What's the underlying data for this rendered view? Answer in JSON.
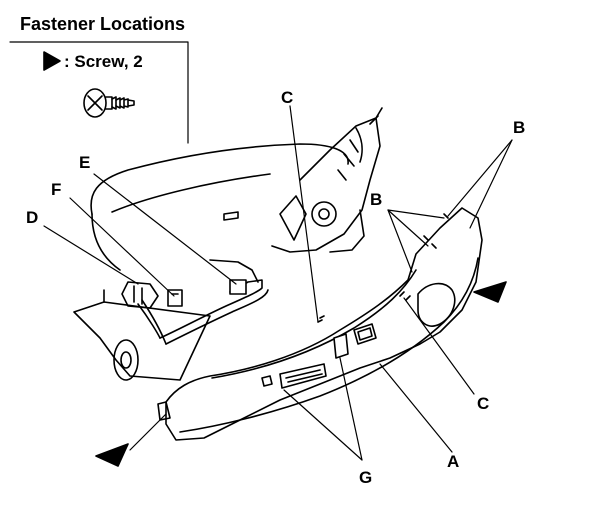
{
  "legend": {
    "title": "Fastener Locations",
    "screw_label": ": Screw, 2",
    "marker_icon": "filled-triangle-arrow-icon",
    "screw_icon": "screw-icon"
  },
  "callouts": {
    "A": "A",
    "B_upper": "B",
    "B_lower": "B",
    "C_upper": "C",
    "C_lower": "C",
    "D": "D",
    "E": "E",
    "F": "F",
    "G": "G"
  },
  "colors": {
    "ink": "#000000",
    "paper": "#ffffff"
  }
}
